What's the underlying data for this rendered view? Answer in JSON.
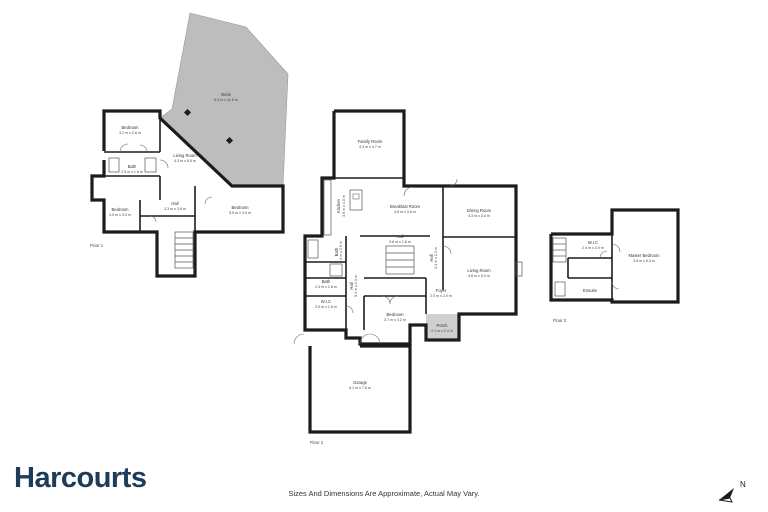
{
  "brand": {
    "name": "Harcourts",
    "color": "#1d3c5a"
  },
  "disclaimer": "Sizes And Dimensions Are Approximate, Actual May Vary.",
  "icons": {
    "north": "north-arrow-icon"
  },
  "colors": {
    "deck": "#bdbdbd",
    "porch": "#d0d0d0",
    "walls": "#1c1c1c"
  },
  "floors": [
    {
      "label": "Floor 1"
    },
    {
      "label": "Floor 2"
    },
    {
      "label": "Floor 3"
    }
  ],
  "rooms": {
    "deck": {
      "name": "Deck",
      "dim": "6.3 m x 11.8 m"
    },
    "f1_bedroom_a": {
      "name": "Bedroom",
      "dim": "3.2 m x 2.8 m"
    },
    "f1_living": {
      "name": "Living Room",
      "dim": "4.3 m x 5.5 m"
    },
    "f1_bath": {
      "name": "Bath",
      "dim": "2.5 m x 1.8 m"
    },
    "f1_hall": {
      "name": "Hall",
      "dim": "3.3 m x 3.8 m"
    },
    "f1_bedroom_b": {
      "name": "Bedroom",
      "dim": "4.0 m x 3.3 m"
    },
    "f1_bedroom_c": {
      "name": "Bedroom",
      "dim": "5.5 m x 3.5 m"
    },
    "family": {
      "name": "Family Room",
      "dim": "4.3 m x 4.7 m"
    },
    "kitchen": {
      "name": "Kitchen",
      "dim": "3.9 m x 4.0 m"
    },
    "breakfast": {
      "name": "Breakfast Room",
      "dim": "4.8 m x 3.6 m"
    },
    "dining": {
      "name": "Dining Room",
      "dim": "4.3 m x 3.4 m"
    },
    "f2_hall": {
      "name": "Hall",
      "dim": "3.6 m x 1.8 m"
    },
    "f2_bath_a": {
      "name": "Bath",
      "dim": "3.3 m x 2.0 m"
    },
    "f2_bath_b": {
      "name": "Bath",
      "dim": "2.3 m x 1.6 m"
    },
    "f2_wic": {
      "name": "W.I.C",
      "dim": "2.0 m x 1.6 m"
    },
    "hall_long": {
      "name": "Hall",
      "dim": "5.3 m x 1.3 m"
    },
    "living": {
      "name": "Living Room",
      "dim": "4.6 m x 5.0 m"
    },
    "foyer": {
      "name": "Foyer",
      "dim": "2.0 m x 2.0 m"
    },
    "hall_small": {
      "name": "Hall",
      "dim": "3.4 m x 1.3 m"
    },
    "f2_bedroom": {
      "name": "Bedroom",
      "dim": "3.7 m x 3.2 m"
    },
    "porch": {
      "name": "Porch",
      "dim": "2.1 m x 2.4 m"
    },
    "garage": {
      "name": "Garage",
      "dim": "6.1 m x 7.8 m"
    },
    "f3_wic": {
      "name": "W.I.C",
      "dim": "2.4 m x 2.0 m"
    },
    "master": {
      "name": "Master Bedroom",
      "dim": "3.6 m x 6.3 m"
    },
    "ensuite": {
      "name": "Ensuite",
      "dim": ""
    }
  }
}
